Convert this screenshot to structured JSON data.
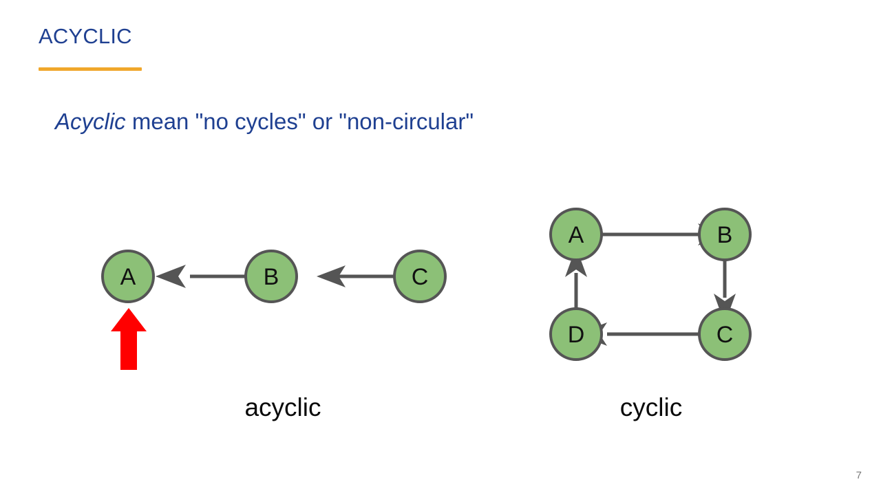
{
  "slide": {
    "title": "ACYCLIC",
    "title_color": "#1F4091",
    "underline_color": "#F0A72B",
    "background_color": "#FFFFFF",
    "page_number": "7"
  },
  "subtitle": {
    "emphasis": "Acyclic",
    "rest": " mean \"no cycles\" or \"non-circular\"",
    "color": "#1F4091"
  },
  "styles": {
    "node_fill": "#8CC077",
    "node_stroke": "#555555",
    "edge_color": "#555555",
    "highlight_arrow_color": "#FF0000",
    "caption_color": "#0A0A0A"
  },
  "graphs": [
    {
      "id": "acyclic",
      "caption": "acyclic",
      "node_labels": [
        "A",
        "B",
        "C"
      ],
      "edges": [
        "B->A",
        "C->B"
      ],
      "annotation": "red-up-arrow-pointing-at-A"
    },
    {
      "id": "cyclic",
      "caption": "cyclic",
      "node_labels": [
        "A",
        "B",
        "C",
        "D"
      ],
      "edges": [
        "A->B",
        "B->C",
        "C->D",
        "D->A"
      ],
      "annotation": ""
    }
  ]
}
